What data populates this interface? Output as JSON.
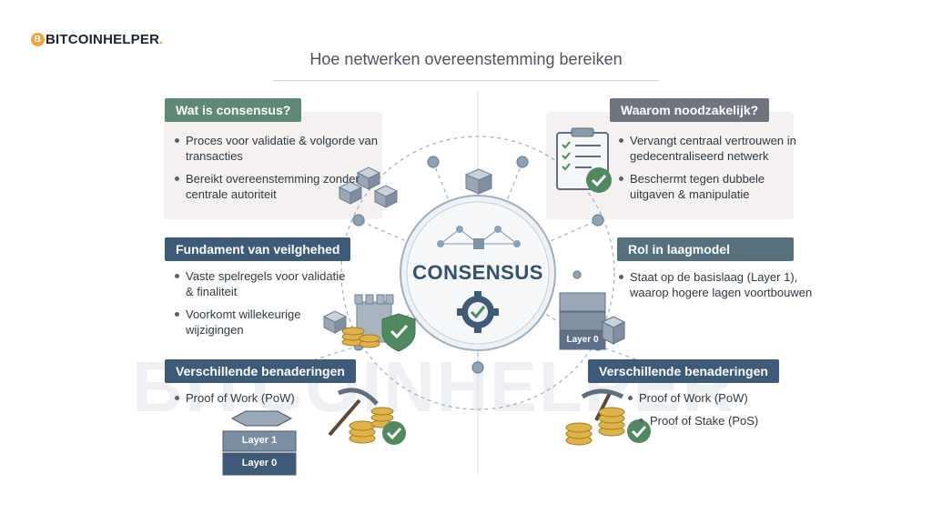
{
  "brand": {
    "logo_b": "B",
    "logo_text": "BITCOINHELPER",
    "logo_dot": "."
  },
  "title": "Hoe netwerken overeenstemming bereiken",
  "watermark": "BITCOINHELPER",
  "center": {
    "label": "CONSENSUS"
  },
  "panels": {
    "what": {
      "title": "Wat is consensus?",
      "bullets": [
        "Proces voor validatie & volgorde van transacties",
        "Bereikt overeenstemming zonder centrale autoriteit"
      ]
    },
    "why": {
      "title": "Waarom noodzakelijk?",
      "bullets": [
        "Vervangt centraal vertrouwen in gedecentraliseerd netwerk",
        "Beschermt tegen dubbele uitgaven & manipulatie"
      ]
    },
    "foundation": {
      "title": "Fundament van veilghehed",
      "bullets": [
        "Vaste spelregels voor validatie & finaliteit",
        "Voorkomt willekeurige wijzigingen"
      ]
    },
    "role": {
      "title": "Rol in laagmodel",
      "bullets": [
        "Staat op de basislaag (Layer 1), waarop hogere lagen voortbouwen"
      ]
    },
    "approaches_left": {
      "title": "Verschillende benaderingen",
      "bullets": [
        "Proof of Work (PoW)"
      ]
    },
    "approaches_right": {
      "title": "Verschillende benaderingen",
      "bullets": [
        "Proof of Work (PoW)",
        "Proof of Stake (PoS)"
      ]
    }
  },
  "layers": {
    "layer1": "Layer 1",
    "layer0": "Layer 0",
    "layer0_right": "Layer 0"
  },
  "colors": {
    "green": "#5e8a75",
    "gray": "#6e757e",
    "navy": "#3d5a78",
    "slate": "#56707e",
    "accent": "#f2a33a",
    "check": "#4f8a5f"
  }
}
